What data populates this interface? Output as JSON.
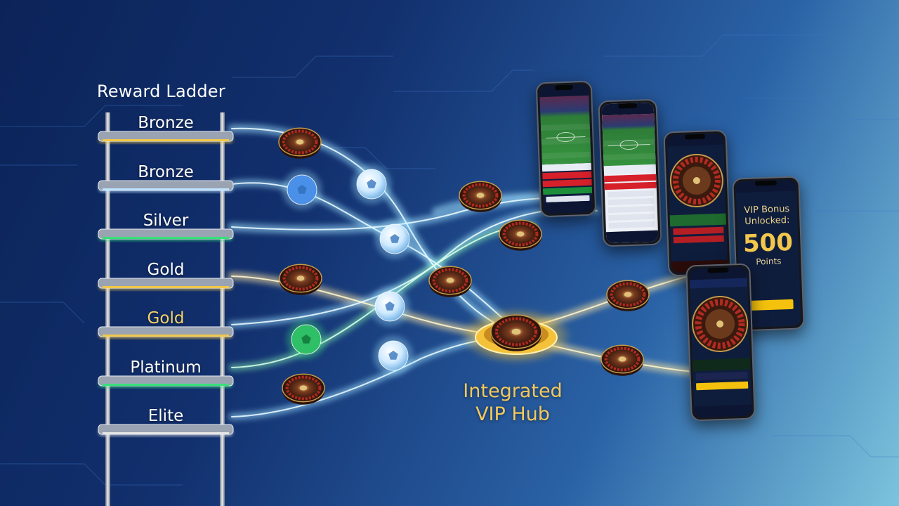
{
  "ladder": {
    "title": "Reward Ladder",
    "rungs": [
      {
        "label": "Bronze",
        "label_color": "#ffffff",
        "glow": "#f1c84a"
      },
      {
        "label": "Bronze",
        "label_color": "#ffffff",
        "glow": "#bfe3ff"
      },
      {
        "label": "Silver",
        "label_color": "#ffffff",
        "glow": "#38e07a"
      },
      {
        "label": "Gold",
        "label_color": "#ffffff",
        "glow": "#f1c84a"
      },
      {
        "label": "Gold",
        "label_color": "#f3d36a",
        "glow": "#f1c84a"
      },
      {
        "label": "Platinum",
        "label_color": "#ffffff",
        "glow": "#38e07a"
      },
      {
        "label": "Elite",
        "label_color": "#ffffff",
        "glow": "#e6e6e6"
      }
    ]
  },
  "hub": {
    "label_line1": "Integrated",
    "label_line2": "VIP Hub",
    "label_color": "#f1c95e"
  },
  "vip_phone": {
    "line1": "VIP Bonus",
    "line2": "Unlocked:",
    "points_value": "500",
    "points_unit": "Points"
  },
  "icons": {
    "roulette": "roulette-wheel-icon",
    "ball": "soccer-ball-icon"
  },
  "colors": {
    "gold": "#f1c84a",
    "green": "#38e07a",
    "stream_blue": "#9fe2ff",
    "stream_gold": "#ffe7a0"
  }
}
